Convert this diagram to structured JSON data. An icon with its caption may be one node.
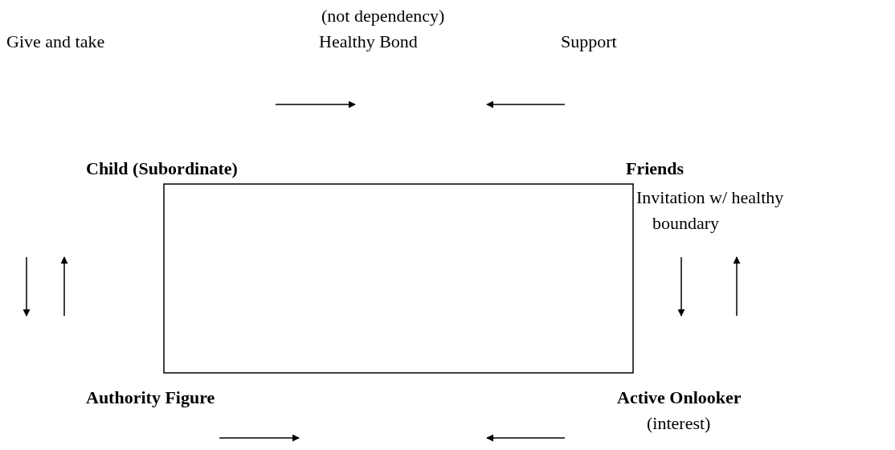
{
  "diagram": {
    "nodes": [
      {
        "text": [],
        "shape": "box"
      }
    ],
    "labels": [
      "(not dependency)",
      "Give and take",
      "Healthy Bond",
      "Support",
      "Child (Subordinate)",
      "Friends",
      "Invitation w/ healthy",
      "boundary",
      "Authority Figure",
      "Active Onlooker",
      "(interest)"
    ]
  }
}
